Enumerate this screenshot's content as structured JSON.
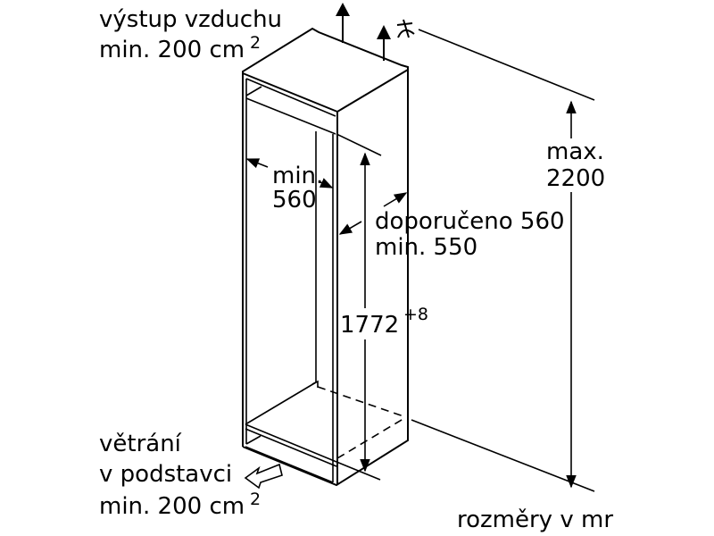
{
  "air_outlet": {
    "line1": "výstup vzduchu",
    "line2": "min. 200 cm",
    "sup": "2"
  },
  "max_height": {
    "line1": "max.",
    "line2": "2200"
  },
  "niche_width": {
    "line1": "min.",
    "line2": "560"
  },
  "niche_depth": {
    "line1": "doporučeno 560",
    "line2": "min. 550"
  },
  "niche_height": {
    "value": "1772",
    "tolerance": "+8"
  },
  "plinth_vent": {
    "line1": "větrání",
    "line2": "v podstavci",
    "line3": "min. 200 cm",
    "sup": "2"
  },
  "units_note": "rozměry v mr"
}
